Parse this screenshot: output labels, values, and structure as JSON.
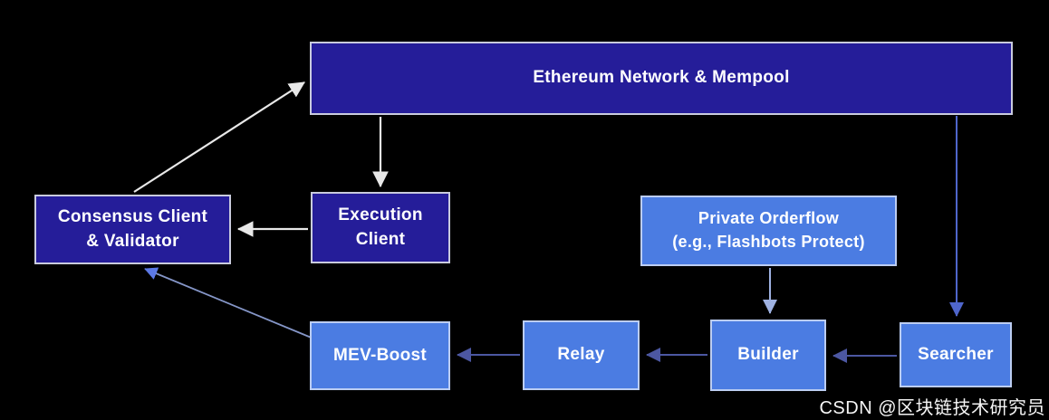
{
  "diagram": {
    "name": "ethereum-mev-boost-architecture",
    "background_color": "#000000",
    "box_colors": {
      "navy_fill": "#251d99",
      "navy_border": "#c9cbdd",
      "blue_fill": "#4b7ce2",
      "blue_border": "#bccdf2",
      "text": "#ffffff"
    },
    "arrow_colors": {
      "white": "#e8e8e8",
      "blue": "#4f66cc",
      "periwinkle": "#4c57a2",
      "steel": "#8596c8",
      "light": "#9fb2e2"
    },
    "nodes": {
      "ethereum_network": {
        "label": "Ethereum Network & Mempool",
        "style": "navy"
      },
      "consensus_client": {
        "label": "Consensus Client\n& Validator",
        "style": "navy"
      },
      "execution_client": {
        "label": "Execution\nClient",
        "style": "navy"
      },
      "private_orderflow": {
        "label": "Private Orderflow\n(e.g., Flashbots Protect)",
        "style": "blue"
      },
      "mev_boost": {
        "label": "MEV-Boost",
        "style": "blue"
      },
      "relay": {
        "label": "Relay",
        "style": "blue"
      },
      "builder": {
        "label": "Builder",
        "style": "blue"
      },
      "searcher": {
        "label": "Searcher",
        "style": "blue"
      }
    },
    "edges": [
      {
        "from": "consensus_client",
        "to": "ethereum_network",
        "color_key": "white"
      },
      {
        "from": "ethereum_network",
        "to": "execution_client",
        "color_key": "white"
      },
      {
        "from": "execution_client",
        "to": "consensus_client",
        "color_key": "white"
      },
      {
        "from": "ethereum_network",
        "to": "searcher",
        "color_key": "blue"
      },
      {
        "from": "private_orderflow",
        "to": "builder",
        "color_key": "light"
      },
      {
        "from": "searcher",
        "to": "builder",
        "color_key": "periwinkle"
      },
      {
        "from": "builder",
        "to": "relay",
        "color_key": "periwinkle"
      },
      {
        "from": "relay",
        "to": "mev_boost",
        "color_key": "periwinkle"
      },
      {
        "from": "mev_boost",
        "to": "consensus_client",
        "color_key": "steel"
      }
    ]
  },
  "watermark": {
    "text": "CSDN @区块链技术研究员"
  }
}
